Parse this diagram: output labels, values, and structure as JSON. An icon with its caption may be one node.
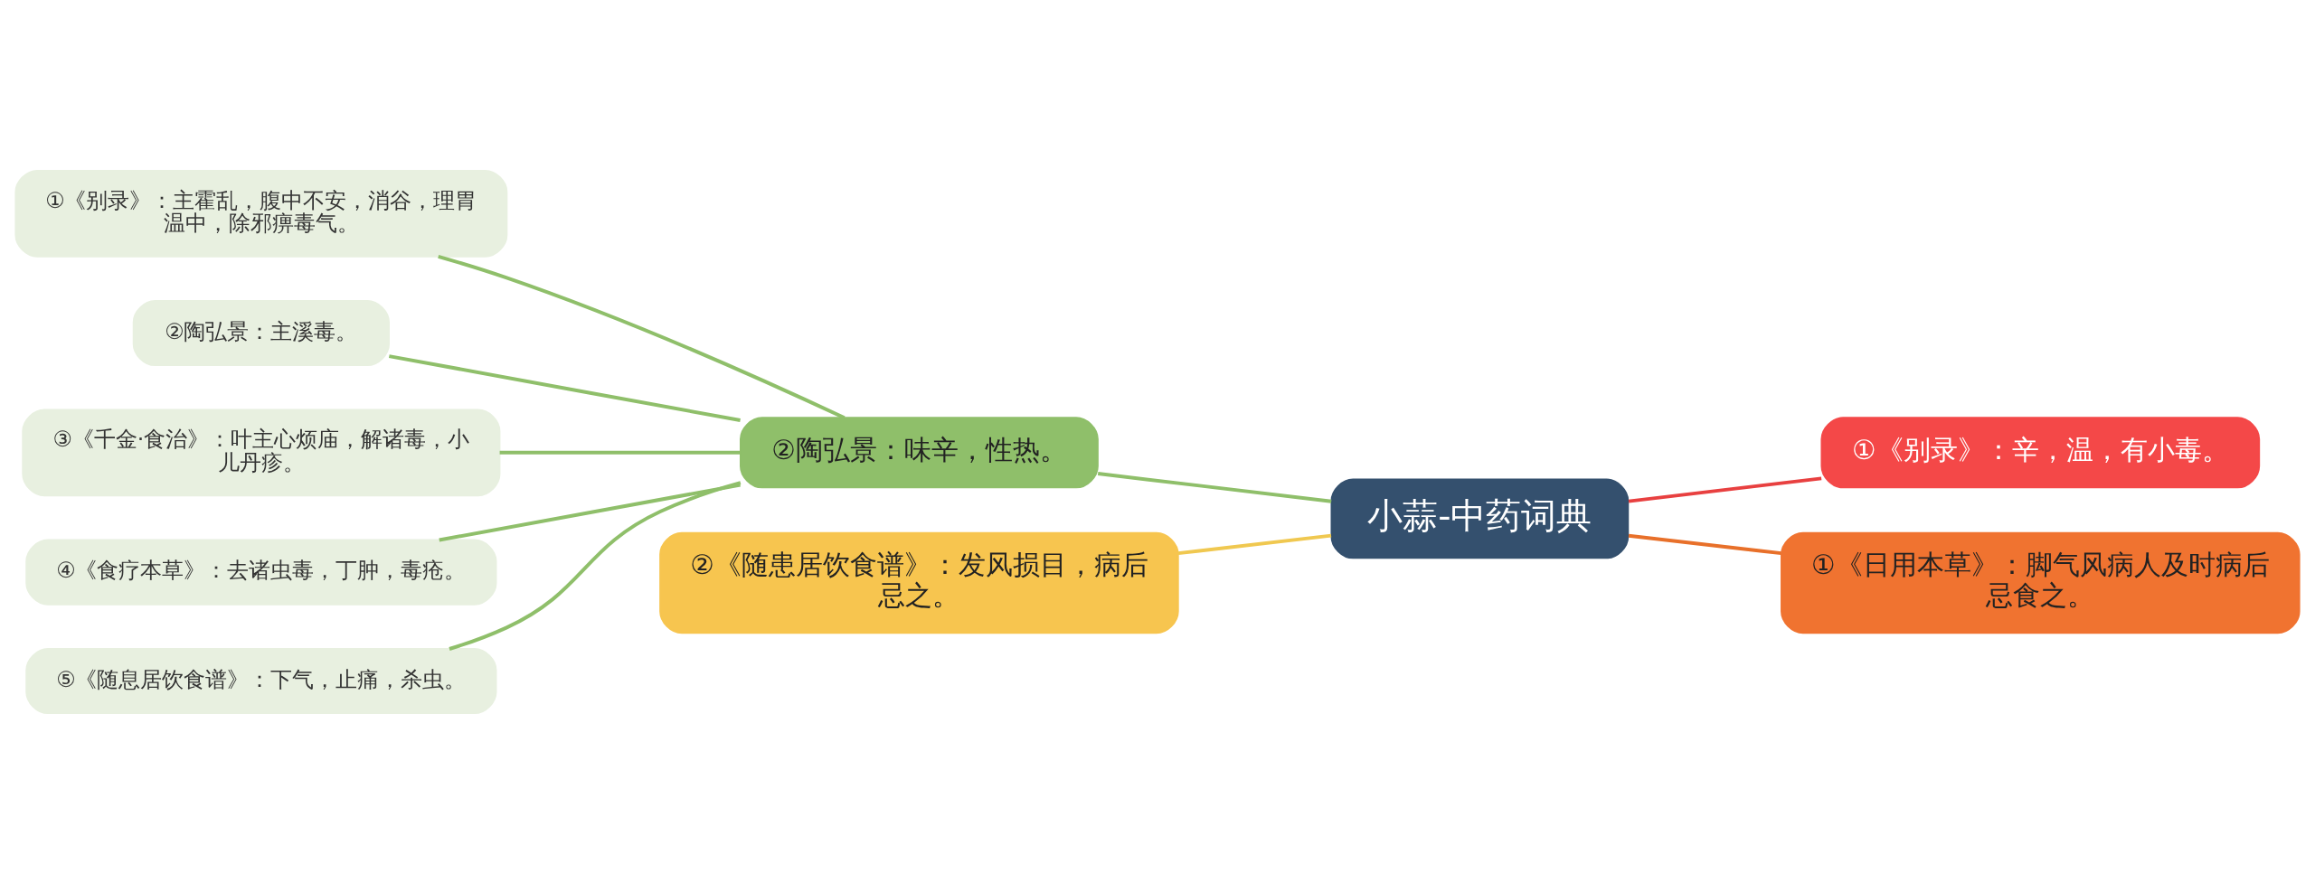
{
  "diagram": {
    "nodes": [
      {
        "text": [
          "小蒜-中药词典"
        ]
      },
      {
        "text": [
          "②陶弘景：味辛，性热。"
        ]
      },
      {
        "text": [
          "①《别录》：主霍乱，腹中不安，消谷，理胃温中，除邪痹毒气。"
        ]
      },
      {
        "text": [
          "②陶弘景：主溪毒。"
        ]
      },
      {
        "text": [
          "③《千金·食治》：叶主心烦庙，解诸毒，小儿丹疹。"
        ]
      },
      {
        "text": [
          "④《食疗本草》：去诸虫毒，丁肿，毒疮。"
        ]
      },
      {
        "text": [
          "⑤《随息居饮食谱》：下气，止痛，杀虫。"
        ]
      },
      {
        "text": [
          "②《随患居饮食谱》：发风损目，病后忌之。"
        ]
      },
      {
        "text": [
          "①《别录》：辛，温，有小毒。"
        ]
      },
      {
        "text": [
          "①《日用本草》：脚气风病人及时病后忌食之。"
        ]
      }
    ],
    "edges": [
      {
        "from": 1,
        "to": 0,
        "arrow": "none"
      },
      {
        "from": 2,
        "to": 1,
        "arrow": "none"
      },
      {
        "from": 3,
        "to": 1,
        "arrow": "none"
      },
      {
        "from": 4,
        "to": 1,
        "arrow": "none"
      },
      {
        "from": 5,
        "to": 1,
        "arrow": "none"
      },
      {
        "from": 6,
        "to": 1,
        "arrow": "none"
      },
      {
        "from": 7,
        "to": 0,
        "arrow": "none",
        "color": "#f0c850"
      },
      {
        "from": 0,
        "to": 8,
        "arrow": "none",
        "color": "#e84040"
      },
      {
        "from": 0,
        "to": 9,
        "arrow": "none",
        "color": "#e8702a"
      }
    ]
  }
}
